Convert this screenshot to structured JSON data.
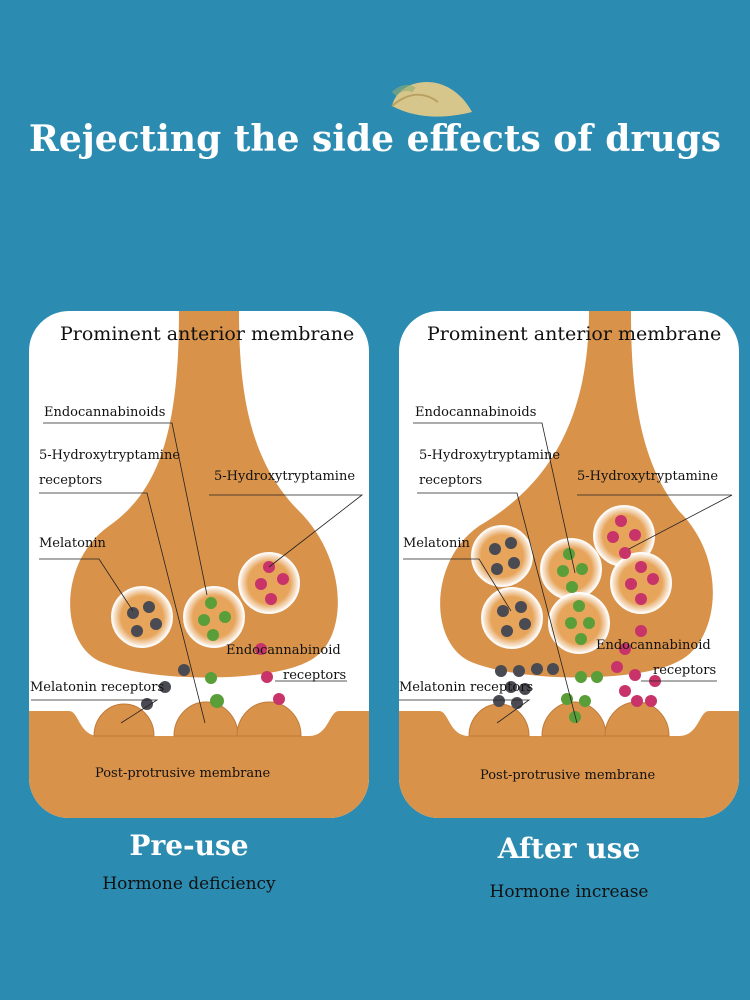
{
  "title": "Rejecting the side effects of drugs",
  "colors": {
    "background": "#2b8bb0",
    "membrane": "#d8924a",
    "membrane_light": "#e5a55e",
    "melatonin": "#4a4a52",
    "endocannabinoid": "#5a9e3a",
    "serotonin": "#c8346a"
  },
  "panels": [
    {
      "top_label": "Prominent anterior membrane",
      "labels": {
        "endocannabinoids": "Endocannabinoids",
        "ht_receptors_1": "5-Hydroxytryptamine",
        "ht_receptors_2": "receptors",
        "serotonin": "5-Hydroxytryptamine",
        "melatonin": "Melatonin",
        "ecb_receptors_1": "Endocannabinoid",
        "ecb_receptors_2": "receptors",
        "melatonin_receptors": "Melatonin receptors",
        "bottom": "Post-protrusive membrane"
      },
      "caption": "Pre-use",
      "subcaption": "Hormone deficiency"
    },
    {
      "top_label": "Prominent anterior membrane",
      "labels": {
        "endocannabinoids": "Endocannabinoids",
        "ht_receptors_1": "5-Hydroxytryptamine",
        "ht_receptors_2": "receptors",
        "serotonin": "5-Hydroxytryptamine",
        "melatonin": "Melatonin",
        "ecb_receptors_1": "Endocannabinoid",
        "ecb_receptors_2": "receptors",
        "melatonin_receptors": "Melatonin receptors",
        "bottom": "Post-protrusive membrane"
      },
      "caption": "After use",
      "subcaption": "Hormone increase"
    }
  ]
}
